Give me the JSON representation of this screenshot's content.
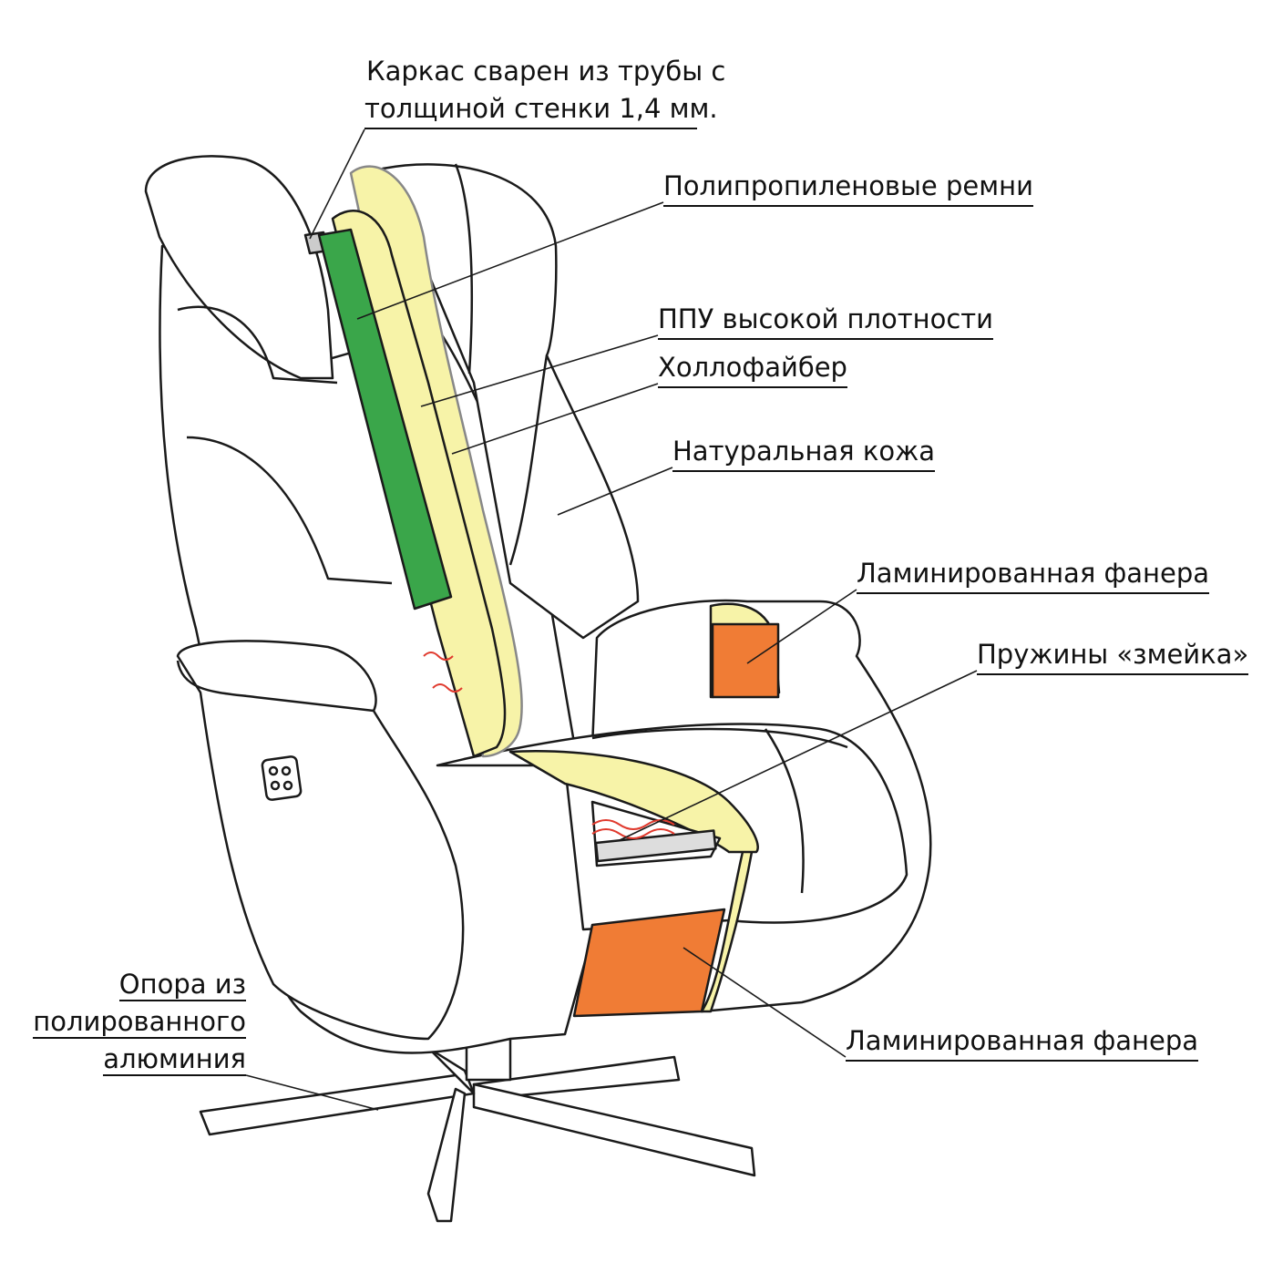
{
  "labels": {
    "frame": [
      "Каркас сварен из трубы с",
      "толщиной стенки 1,4 мм."
    ],
    "belts": "Полипропиленовые ремни",
    "foam": "ППУ высокой плотности",
    "hollofiber": "Холлофайбер",
    "leather": "Натуральная кожа",
    "plywood_arm": "Ламинированная фанера",
    "springs": "Пружины «змейка»",
    "plywood_seat": "Ламинированная фанера",
    "base": [
      "Опора из",
      "полированного",
      "алюминия"
    ]
  },
  "colors": {
    "belt": "#3aa64a",
    "foam": "#f7f3a8",
    "plywood": "#f07c35",
    "spring": "#e03a2e",
    "outline": "#1a1a1a"
  }
}
